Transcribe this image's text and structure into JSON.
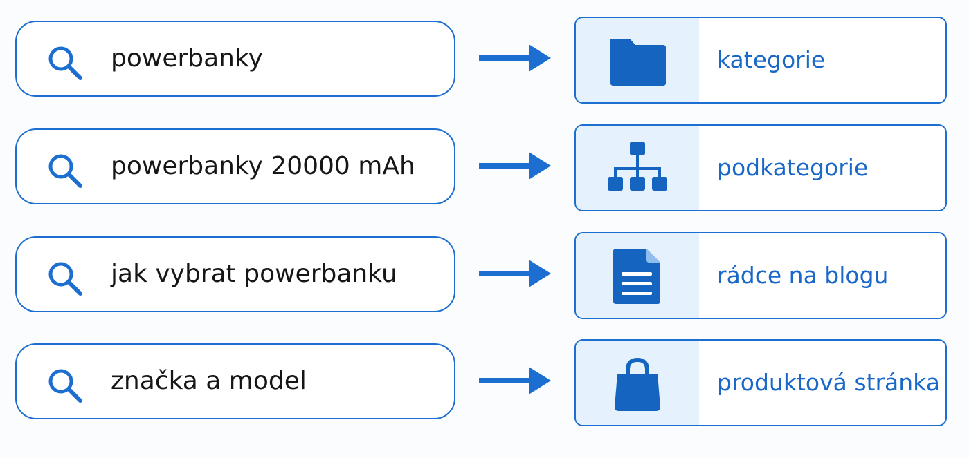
{
  "colors": {
    "accent": "#1c6fd1",
    "icon_panel": "#e5f1fc",
    "query_text": "#161616",
    "target_text": "#1967c8"
  },
  "rows": [
    {
      "query": "powerbanky",
      "target": "kategorie",
      "icon": "folder-icon"
    },
    {
      "query": "powerbanky 20000 mAh",
      "target": "podkategorie",
      "icon": "hierarchy-icon"
    },
    {
      "query": "jak vybrat powerbanku",
      "target": "rádce na blogu",
      "icon": "document-icon"
    },
    {
      "query": "značka a model",
      "target": "produktová stránka",
      "icon": "shopping-bag-icon"
    }
  ]
}
